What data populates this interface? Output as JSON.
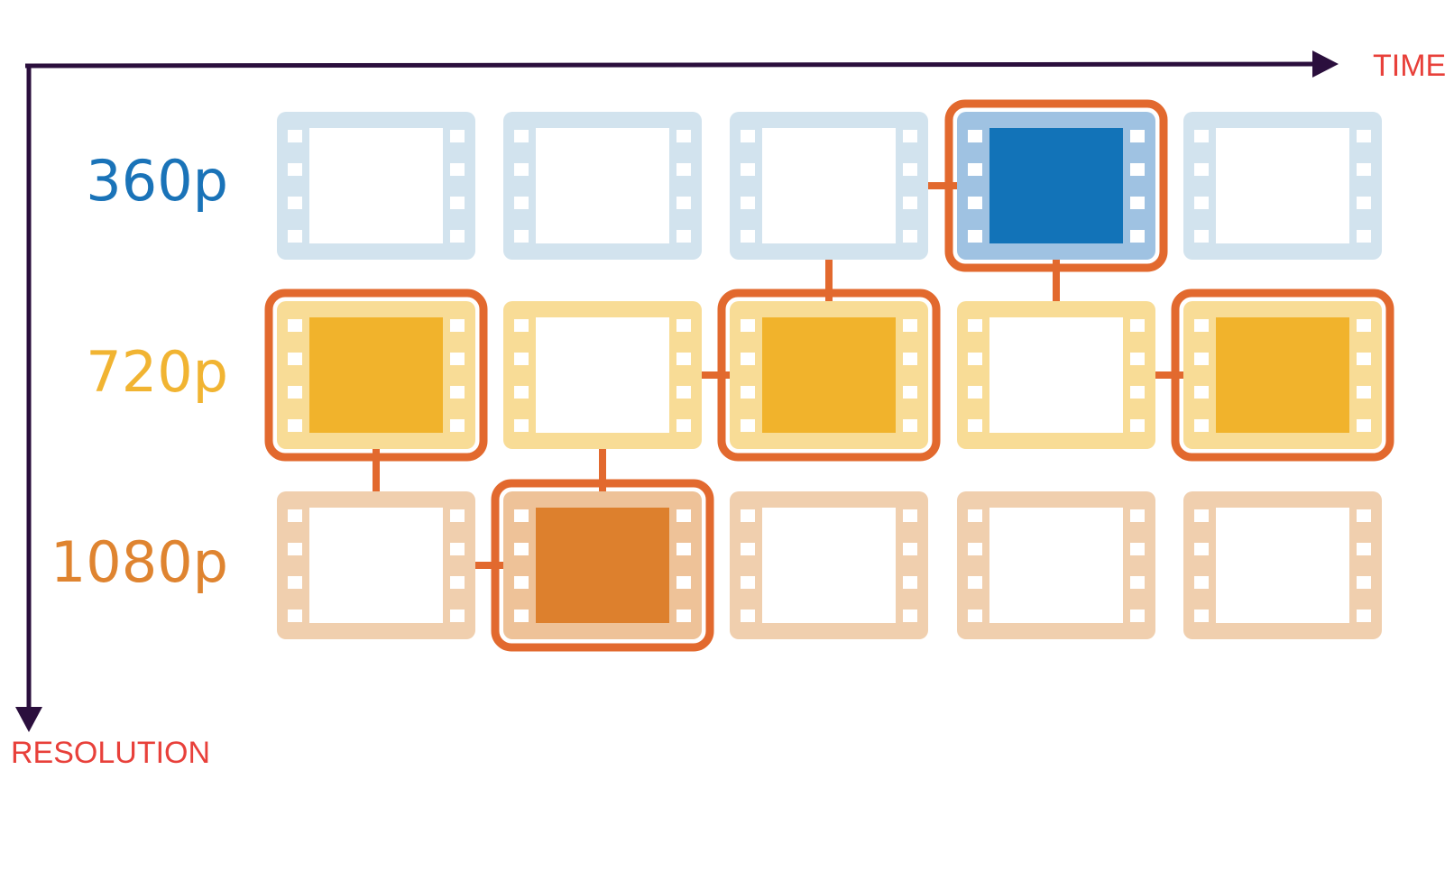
{
  "axes": {
    "horizontal_label": "TIME",
    "vertical_label": "RESOLUTION",
    "axis_color": "#2b0f3d",
    "label_color": "#e8403a"
  },
  "rows": [
    {
      "label": "360p",
      "color": "#1a73b8",
      "frame_color": "#d2e3ee",
      "selected_frame_color": "#9fc2e2",
      "fill_color": "#1273b8"
    },
    {
      "label": "720p",
      "color": "#f1b432",
      "frame_color": "#f8dc96",
      "selected_frame_color": "#f8dc96",
      "fill_color": "#f1b32c"
    },
    {
      "label": "1080p",
      "color": "#df8430",
      "frame_color": "#f0cfae",
      "selected_frame_color": "#eec298",
      "fill_color": "#dd802d"
    }
  ],
  "time_slots": 5,
  "selected_path": [
    {
      "slot": 1,
      "row": 1
    },
    {
      "slot": 2,
      "row": 2
    },
    {
      "slot": 3,
      "row": 1
    },
    {
      "slot": 4,
      "row": 0
    },
    {
      "slot": 5,
      "row": 1
    }
  ],
  "path_color": "#e2692e"
}
